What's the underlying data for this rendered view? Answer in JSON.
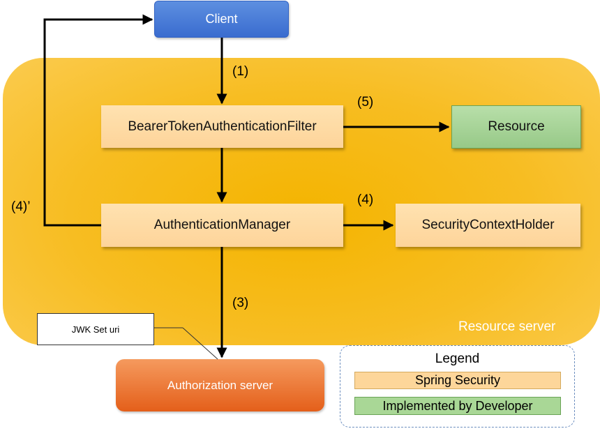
{
  "nodes": {
    "client": "Client",
    "filter": "BearerTokenAuthenticationFilter",
    "resource": "Resource",
    "manager": "AuthenticationManager",
    "holder": "SecurityContextHolder",
    "authorization_server": "Authorization server",
    "jwk_set_uri": "JWK Set uri"
  },
  "container": {
    "label": "Resource server"
  },
  "steps": {
    "s1": "(1)",
    "s5": "(5)",
    "s4": "(4)",
    "s4_prime": "(4)’",
    "s3": "(3)"
  },
  "legend": {
    "title": "Legend",
    "spring": "Spring Security",
    "developer": "Implemented by Developer"
  },
  "colors": {
    "client": "#3a6ccf",
    "spring_security": "#fdd69a",
    "implemented_by_developer": "#a9d796",
    "resource_server": "#f4b400",
    "authorization_server": "#e45f1a"
  }
}
